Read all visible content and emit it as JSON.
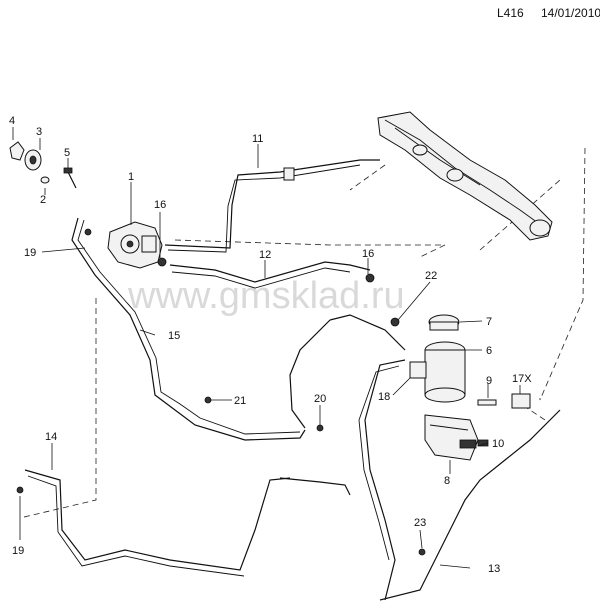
{
  "header": {
    "ref": "L416",
    "date": "14/01/2010"
  },
  "watermark": "www.gmsklad.ru",
  "callouts": {
    "c1": "1",
    "c2": "2",
    "c3": "3",
    "c4": "4",
    "c5": "5",
    "c6": "6",
    "c7": "7",
    "c8": "8",
    "c9": "9",
    "c10": "10",
    "c11": "11",
    "c12": "12",
    "c13": "13",
    "c14": "14",
    "c15": "15",
    "c16a": "16",
    "c16b": "16",
    "c17": "17X",
    "c18": "18",
    "c19a": "19",
    "c19b": "19",
    "c20": "20",
    "c21": "21",
    "c22": "22",
    "c23": "23"
  }
}
